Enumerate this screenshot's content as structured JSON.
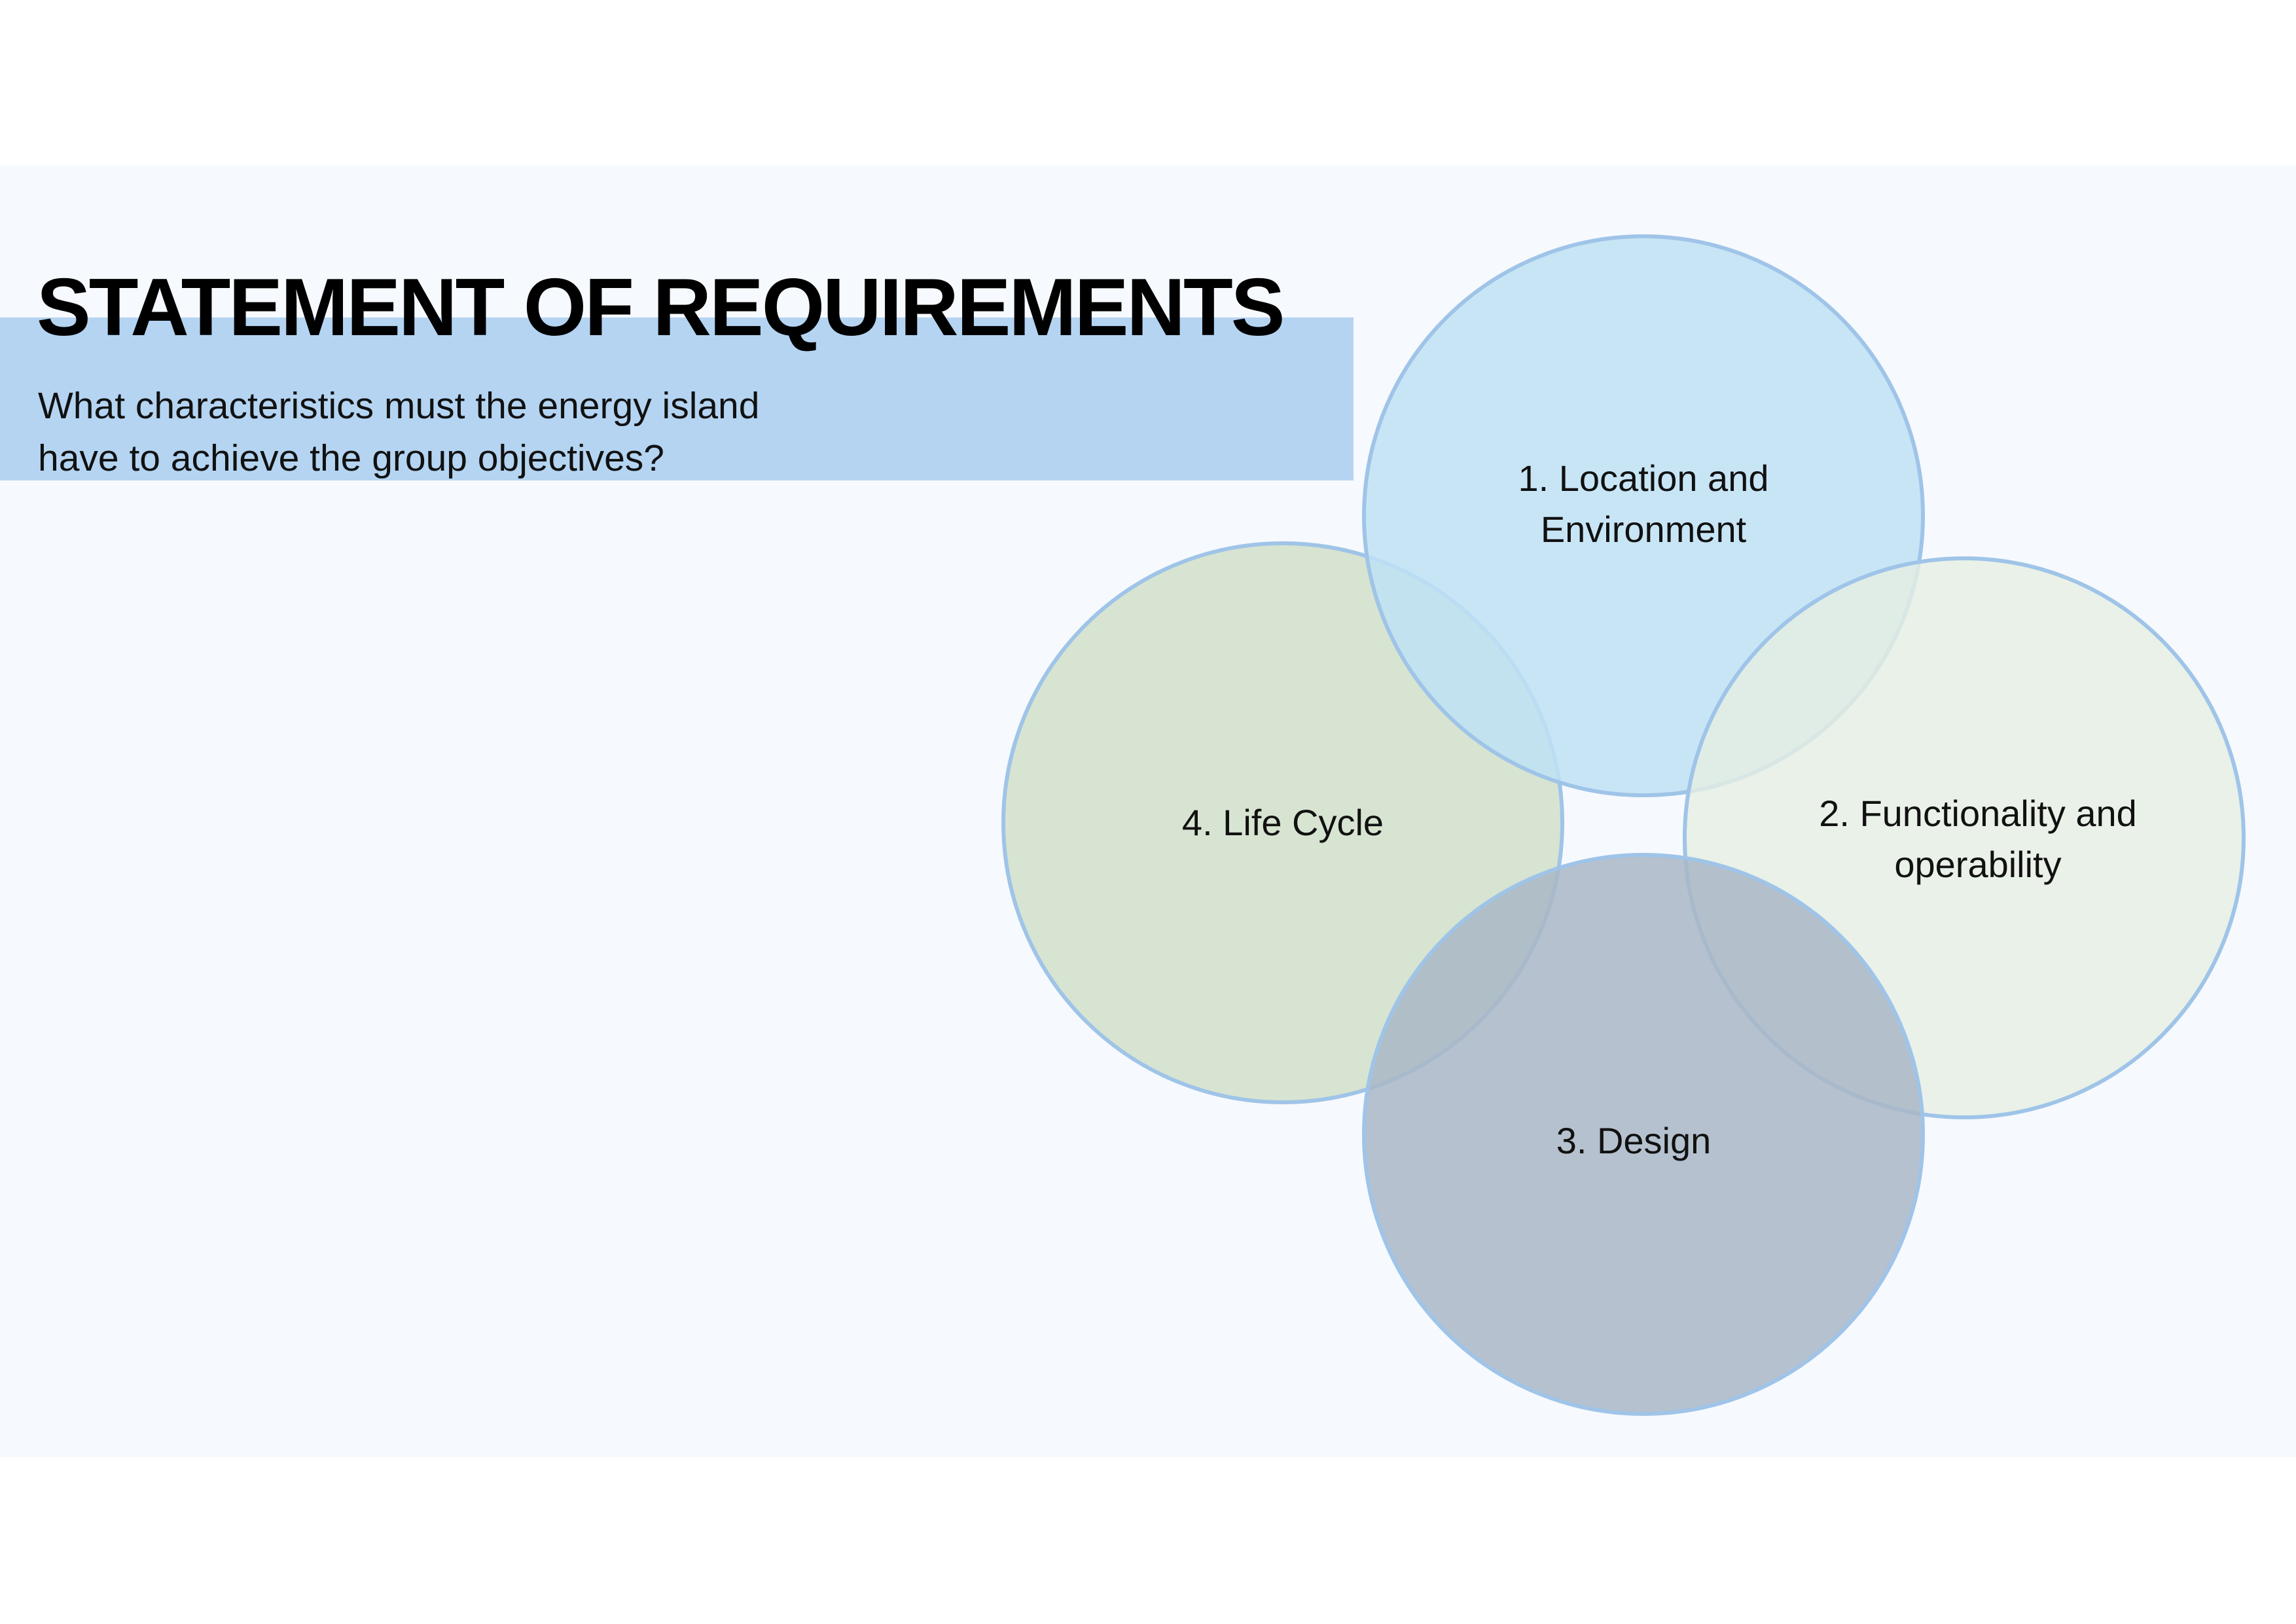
{
  "slide": {
    "title": "STATEMENT OF REQUIREMENTS",
    "subtitle_line1": "What characteristics must the energy island",
    "subtitle_line2": "have to achieve the group objectives?"
  },
  "diagram": {
    "circles": [
      {
        "line1": "1. Location and",
        "line2": "Environment",
        "color": "#bfe2f4"
      },
      {
        "line1": "2. Functionality and",
        "line2": "operability",
        "color": "#e6efe2"
      },
      {
        "line1": "3. Design",
        "line2": "",
        "color": "#a9b7c6"
      },
      {
        "line1": "4. Life Cycle",
        "line2": "",
        "color": "#d1e1c9"
      }
    ],
    "stroke_color": "#9fc4e8",
    "accent_bar_color": "#b4d4f2"
  }
}
